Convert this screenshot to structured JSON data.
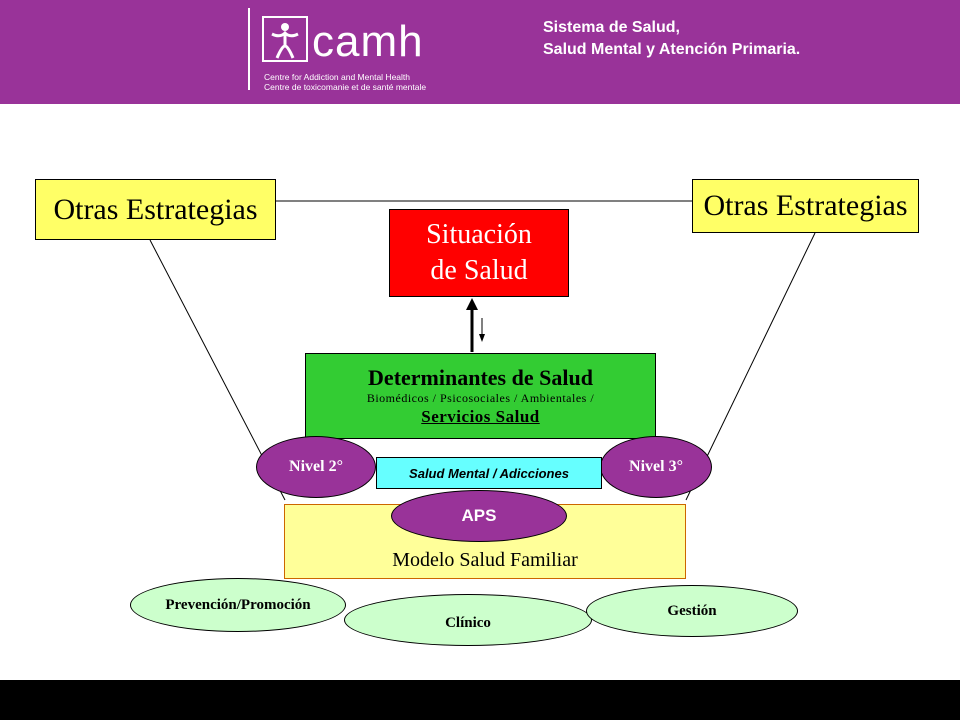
{
  "header": {
    "logo_text": "camh",
    "logo_sub_en": "Centre for Addiction and Mental Health",
    "logo_sub_fr": "Centre de toxicomanie et de santé mentale",
    "title_line1": "Sistema de Salud,",
    "title_line2": "Salud Mental y Atención Primaria."
  },
  "diagram": {
    "strategy_left": "Otras Estrategias",
    "strategy_right": "Otras Estrategias",
    "situacion_line1": "Situación",
    "situacion_line2": "de Salud",
    "determinantes_title": "Determinantes de Salud",
    "determinantes_sub": "Biomédicos / Psicosociales / Ambientales /",
    "determinantes_servicios": "Servicios Salud",
    "nivel_2": "Nivel 2°",
    "nivel_3": "Nivel 3°",
    "salud_mental": "Salud Mental / Adicciones",
    "aps": "APS",
    "modelo": "Modelo Salud Familiar",
    "prevencion": "Prevención/Promoción",
    "clinico": "Clínico",
    "gestion": "Gestión"
  },
  "colors": {
    "header_purple": "#993399",
    "strategy_yellow": "#ffff66",
    "situacion_red": "#ff0000",
    "determinantes_green": "#33cc33",
    "modelo_yellow": "#ffff99",
    "salud_mental_cyan": "#66ffff",
    "oval_green": "#ccffcc"
  }
}
